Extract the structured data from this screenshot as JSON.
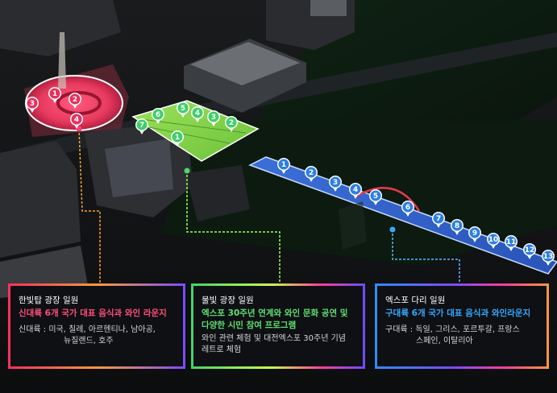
{
  "zones": {
    "hanbit": {
      "title": "한빛탑 광장 일원",
      "headline": "신대륙 6개 국가 대표 음식과 와인 라운지",
      "desc_line1": "신대륙 : 미국, 칠레, 아르헨티나, 남아공,",
      "desc_line2": "뉴질랜드, 호주",
      "pins": [
        "1",
        "2",
        "3",
        "4"
      ],
      "accent": "#ff3d6e"
    },
    "mulbit": {
      "title": "물빛 광장 일원",
      "headline_line1": "엑스포 30주년 연계와 와인 문화 공연 및",
      "headline_line2": "다양한 시민 참여 프로그램",
      "desc_line1": "와인 관련 체험 및 대전엑스포 30주년 기념",
      "desc_line2": "레트로 체험",
      "pins": [
        "1",
        "2",
        "3",
        "4",
        "5",
        "6",
        "7"
      ],
      "accent": "#52d66a"
    },
    "expo_bridge": {
      "title": "엑스포 다리 일원",
      "headline": "구대륙 6개 국가 대표 음식과 와인라운지",
      "desc_line1": "구대륙 : 독일, 그리스, 포르투갈, 프랑스",
      "desc_line2": "스페인, 이탈리아",
      "pins": [
        "1",
        "2",
        "3",
        "4",
        "5",
        "6",
        "7",
        "8",
        "9",
        "10",
        "11",
        "12",
        "13"
      ],
      "accent": "#3ba8ff"
    }
  },
  "colors": {
    "headline_pink": "#ff4f7b",
    "headline_green": "#5fe06f",
    "headline_blue": "#35a9ff",
    "pin_green": "#3fcf6a",
    "pin_pink": "#e8305f",
    "pin_blue": "#2e7fe0"
  }
}
